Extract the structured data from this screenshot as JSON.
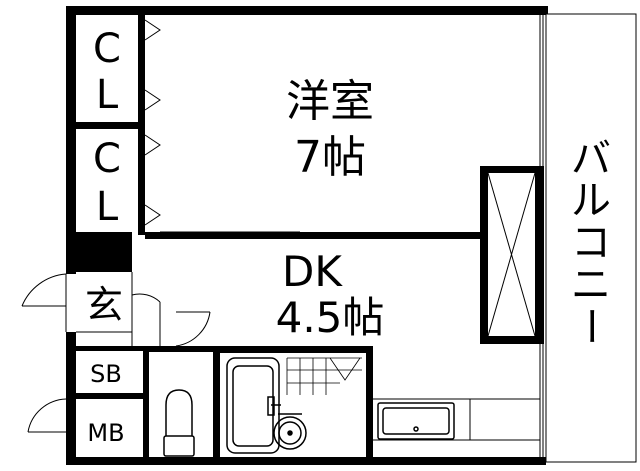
{
  "rooms": {
    "closet_top": {
      "line1": "C",
      "line2": "L"
    },
    "closet_bottom": {
      "line1": "C",
      "line2": "L"
    },
    "western_room": {
      "name": "洋室",
      "size": "7帖"
    },
    "dk": {
      "name": "DK",
      "size": "4.5帖"
    },
    "entrance": {
      "label": "玄"
    },
    "shoe_box": {
      "label": "SB"
    },
    "meter_box": {
      "label": "MB"
    },
    "balcony": {
      "chars": [
        "バ",
        "ル",
        "コ",
        "ニ",
        "ー"
      ]
    }
  }
}
